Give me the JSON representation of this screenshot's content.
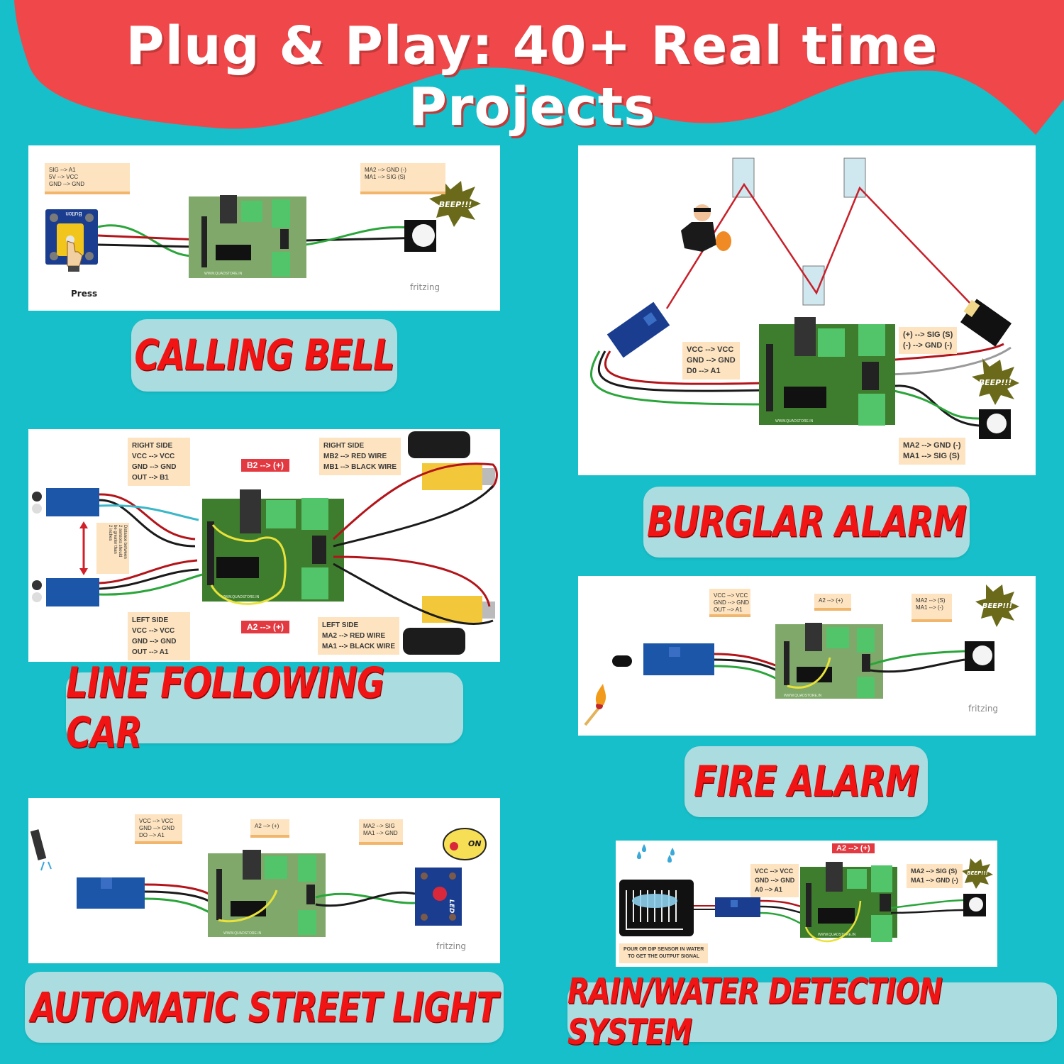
{
  "header": {
    "title": "Plug & Play: 40+ Real time Projects"
  },
  "colors": {
    "background": "#16bfc9",
    "header_band": "#f0474a",
    "pill": "#abdce0",
    "pill_text": "#f01414",
    "note": "#fde3bf",
    "board": "#3f7d2e",
    "wire_red": "#b3141a",
    "wire_black": "#1a1a1a",
    "wire_green": "#2aa53a",
    "wire_yellow": "#e8e23a"
  },
  "board_label": "WWW.QUADSTORE.IN",
  "watermark": "fritzing",
  "beep": "BEEP!!!",
  "projects": {
    "calling_bell": {
      "title": "CALLING BELL",
      "note_left": [
        "SIG --> A1",
        "5V --> VCC",
        "GND --> GND"
      ],
      "note_right": [
        "MA2 --> GND (-)",
        "MA1 --> SIG (S)"
      ],
      "button_module_label": "Button",
      "press_label": "Press",
      "icon": "push-button-icon"
    },
    "burglar_alarm": {
      "title": "BURGLAR ALARM",
      "note_left": [
        "VCC --> VCC",
        "GND --> GND",
        "D0 --> A1"
      ],
      "note_right_top": [
        "(+) --> SIG (S)",
        "(-) --> GND (-)"
      ],
      "note_right_bottom": [
        "MA2 --> GND (-)",
        "MA1 --> SIG (S)"
      ],
      "icon": "thief-icon"
    },
    "line_following_car": {
      "title": "LINE FOLLOWING CAR",
      "note_right_sensor": [
        "RIGHT SIDE",
        "VCC --> VCC",
        "GND --> GND",
        "OUT --> B1"
      ],
      "note_left_sensor": [
        "LEFT SIDE",
        "VCC --> VCC",
        "GND --> GND",
        "OUT --> A1"
      ],
      "note_right_motor": [
        "RIGHT SIDE",
        "MB2 --> RED WIRE",
        "MB1 --> BLACK WIRE"
      ],
      "note_left_motor": [
        "LEFT SIDE",
        "MA2 --> RED WIRE",
        "MA1 --> BLACK WIRE"
      ],
      "tag_top": "B2 --> (+)",
      "tag_bottom": "A2 --> (+)",
      "distance_note": [
        "Distance between",
        "2 sensors should",
        "be greater than",
        "2 inches"
      ]
    },
    "fire_alarm": {
      "title": "FIRE ALARM",
      "note_left": [
        "VCC --> VCC",
        "GND --> GND",
        "OUT --> A1"
      ],
      "note_mid": [
        "A2 --> (+)"
      ],
      "note_right": [
        "MA2 --> (S)",
        "MA1 --> (-)"
      ],
      "icon": "matchstick-flame-icon"
    },
    "street_light": {
      "title": "AUTOMATIC STREET LIGHT",
      "note_left": [
        "VCC --> VCC",
        "GND --> GND",
        "DO --> A1"
      ],
      "note_mid": [
        "A2 --> (+)"
      ],
      "note_right": [
        "MA2 --> SIG",
        "MA1 --> GND"
      ],
      "on_badge": "ON",
      "led_label": "LED",
      "icon": "flashlight-icon"
    },
    "rain_detection": {
      "title": "RAIN/WATER DETECTION SYSTEM",
      "tag_top": "A2 --> (+)",
      "note_left": [
        "VCC --> VCC",
        "GND --> GND",
        "A0 --> A1"
      ],
      "note_right": [
        "MA2 --> SIG (S)",
        "MA1 --> GND (-)"
      ],
      "note_bottom": [
        "POUR OR DIP SENSOR IN WATER",
        "TO GET THE OUTPUT SIGNAL"
      ],
      "icon": "water-drops-icon"
    }
  }
}
